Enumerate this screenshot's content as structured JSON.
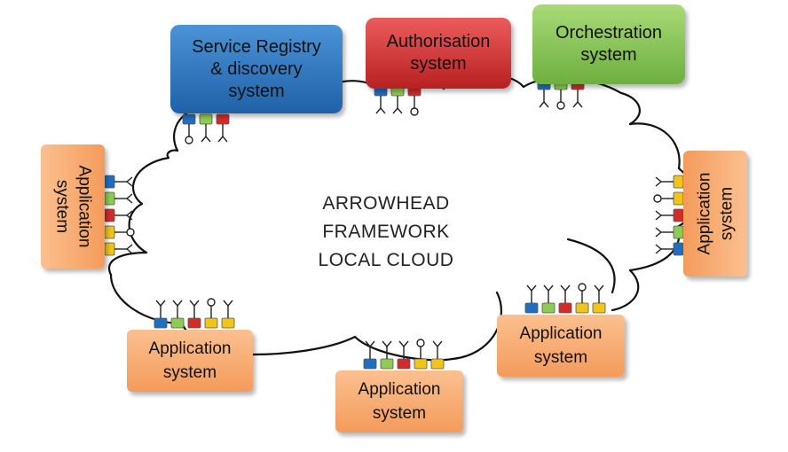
{
  "title": [
    "ARROWHEAD",
    "FRAMEWORK",
    "LOCAL CLOUD"
  ],
  "colors": {
    "blue": "#1f6fc0",
    "green": "#8ccc52",
    "red": "#d42a2a",
    "yellow": "#f0c419",
    "registry_box": "#2b72b8",
    "auth_box": "#d9302f",
    "orch_box": "#82bf52",
    "app_box": "#f6a86a",
    "cloud_line": "#111111"
  },
  "systems": [
    {
      "id": "registry",
      "label": "Service Registry\n& discovery\nsystem"
    },
    {
      "id": "authorisation",
      "label": "Authorisation\nsystem"
    },
    {
      "id": "orchestration",
      "label": "Orchestration\nsystem"
    },
    {
      "id": "app-left",
      "label": "Application\nsystem"
    },
    {
      "id": "app-right",
      "label": "Application\nsystem"
    },
    {
      "id": "app-bottom-left",
      "label": "Application\nsystem"
    },
    {
      "id": "app-bottom-center",
      "label": "Application\nsystem"
    },
    {
      "id": "app-bottom-right",
      "label": "Application\nsystem"
    }
  ],
  "connectors": {
    "registry": {
      "ports": [
        "blue",
        "green",
        "red"
      ],
      "symbols": [
        "provide",
        "consume",
        "consume"
      ]
    },
    "authorisation": {
      "ports": [
        "blue",
        "green",
        "red"
      ],
      "symbols": [
        "consume",
        "consume",
        "provide"
      ]
    },
    "orchestration": {
      "ports": [
        "blue",
        "green",
        "red"
      ],
      "symbols": [
        "consume",
        "provide",
        "consume"
      ]
    },
    "app-left": {
      "ports": [
        "blue",
        "green",
        "red",
        "yellow",
        "yellow"
      ],
      "symbols": [
        "consume",
        "consume",
        "consume",
        "provide",
        "consume"
      ]
    },
    "app-right": {
      "ports": [
        "yellow",
        "yellow",
        "red",
        "green",
        "blue"
      ],
      "symbols": [
        "consume",
        "provide",
        "consume",
        "consume",
        "consume"
      ]
    },
    "app-bottom-left": {
      "ports": [
        "blue",
        "green",
        "red",
        "yellow",
        "yellow"
      ],
      "symbols": [
        "consume",
        "consume",
        "consume",
        "provide",
        "consume"
      ]
    },
    "app-bottom-center": {
      "ports": [
        "blue",
        "green",
        "red",
        "yellow",
        "yellow"
      ],
      "symbols": [
        "consume",
        "consume",
        "consume",
        "provide",
        "consume"
      ]
    },
    "app-bottom-right": {
      "ports": [
        "blue",
        "green",
        "red",
        "yellow",
        "yellow"
      ],
      "symbols": [
        "consume",
        "consume",
        "consume",
        "provide",
        "consume"
      ]
    }
  }
}
